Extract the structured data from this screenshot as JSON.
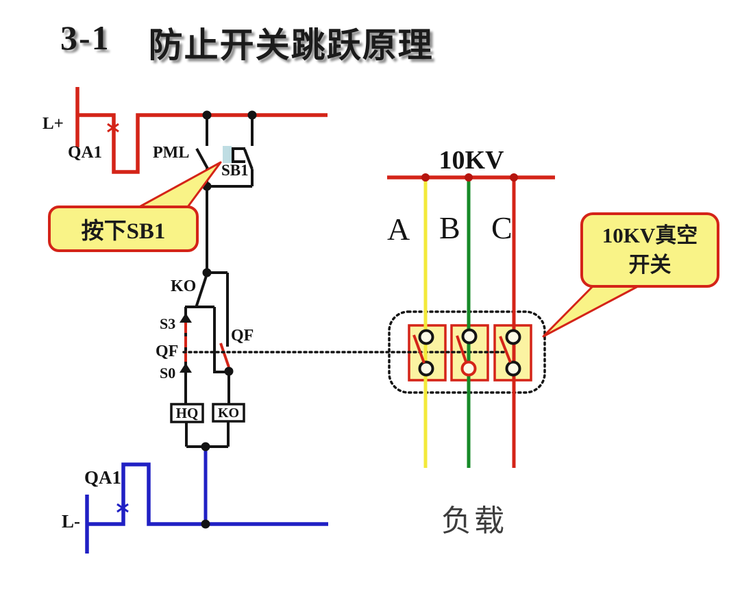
{
  "title": {
    "number": "3-1",
    "text": "防止开关跳跃原理"
  },
  "control_circuit": {
    "rail_positive": "L+",
    "rail_negative": "L-",
    "breaker_top": "QA1",
    "breaker_bottom": "QA1",
    "relay_pml": "PML",
    "button_sb1": "SB1",
    "contact_ko": "KO",
    "contact_s3": "S3",
    "contact_qf_left": "QF",
    "contact_s0": "S0",
    "contact_qf_right": "QF",
    "coil_hq": "HQ",
    "coil_ko": "KO"
  },
  "callouts": {
    "press_sb1": "按下SB1",
    "vacuum_line1": "10KV真空",
    "vacuum_line2": "开关"
  },
  "power_circuit": {
    "bus_voltage": "10KV",
    "phase_a": "A",
    "phase_b": "B",
    "phase_c": "C",
    "load": "负载"
  },
  "colors": {
    "red": "#d42418",
    "blue": "#2020c4",
    "yellow": "#f3e93a",
    "green": "#168a27",
    "callout_fill": "#f9f387",
    "cell_fill": "#fbf3a2",
    "plunger": "#bfdde3",
    "ink": "#141414",
    "load_text": "#3d3d3d",
    "bus_dot": "#b5150e"
  }
}
